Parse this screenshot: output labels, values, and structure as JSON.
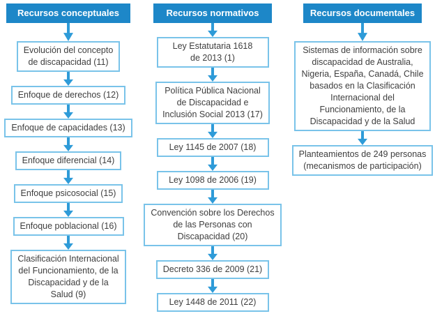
{
  "theme": {
    "header_bg": "#1D87C8",
    "header_text": "#FFFFFF",
    "box_border": "#79C3E9",
    "box_bg": "#FFFFFF",
    "arrow_color": "#2E9BD8",
    "text_color": "#3E3E3E",
    "page_bg": "#FFFFFF"
  },
  "columns": [
    {
      "header": "Recursos conceptuales",
      "boxes": [
        "Evolución del concepto\nde discapacidad (11)",
        "Enfoque de derechos (12)",
        "Enfoque de capacidades (13)",
        "Enfoque diferencial (14)",
        "Enfoque psicosocial (15)",
        "Enfoque poblacional (16)",
        "Clasificación Internacional\ndel Funcionamiento, de la\nDiscapacidad y de la\nSalud (9)"
      ]
    },
    {
      "header": "Recursos normativos",
      "boxes": [
        "Ley Estatutaria 1618\nde 2013 (1)",
        "Política Pública Nacional\nde Discapacidad e\nInclusión Social 2013 (17)",
        "Ley 1145 de 2007 (18)",
        "Ley 1098 de 2006 (19)",
        "Convención sobre los Derechos\nde las Personas con\nDiscapacidad (20)",
        "Decreto 336 de 2009 (21)",
        "Ley 1448 de 2011 (22)"
      ]
    },
    {
      "header": "Recursos documentales",
      "boxes": [
        "Sistemas de información sobre\ndiscapacidad de Australia,\nNigeria, España, Canadá, Chile\nbasados en la Clasificación\nInternacional del\nFuncionamiento, de la\nDiscapacidad y de la Salud",
        "Planteamientos de 249 personas\n(mecanismos de participación)"
      ]
    }
  ]
}
